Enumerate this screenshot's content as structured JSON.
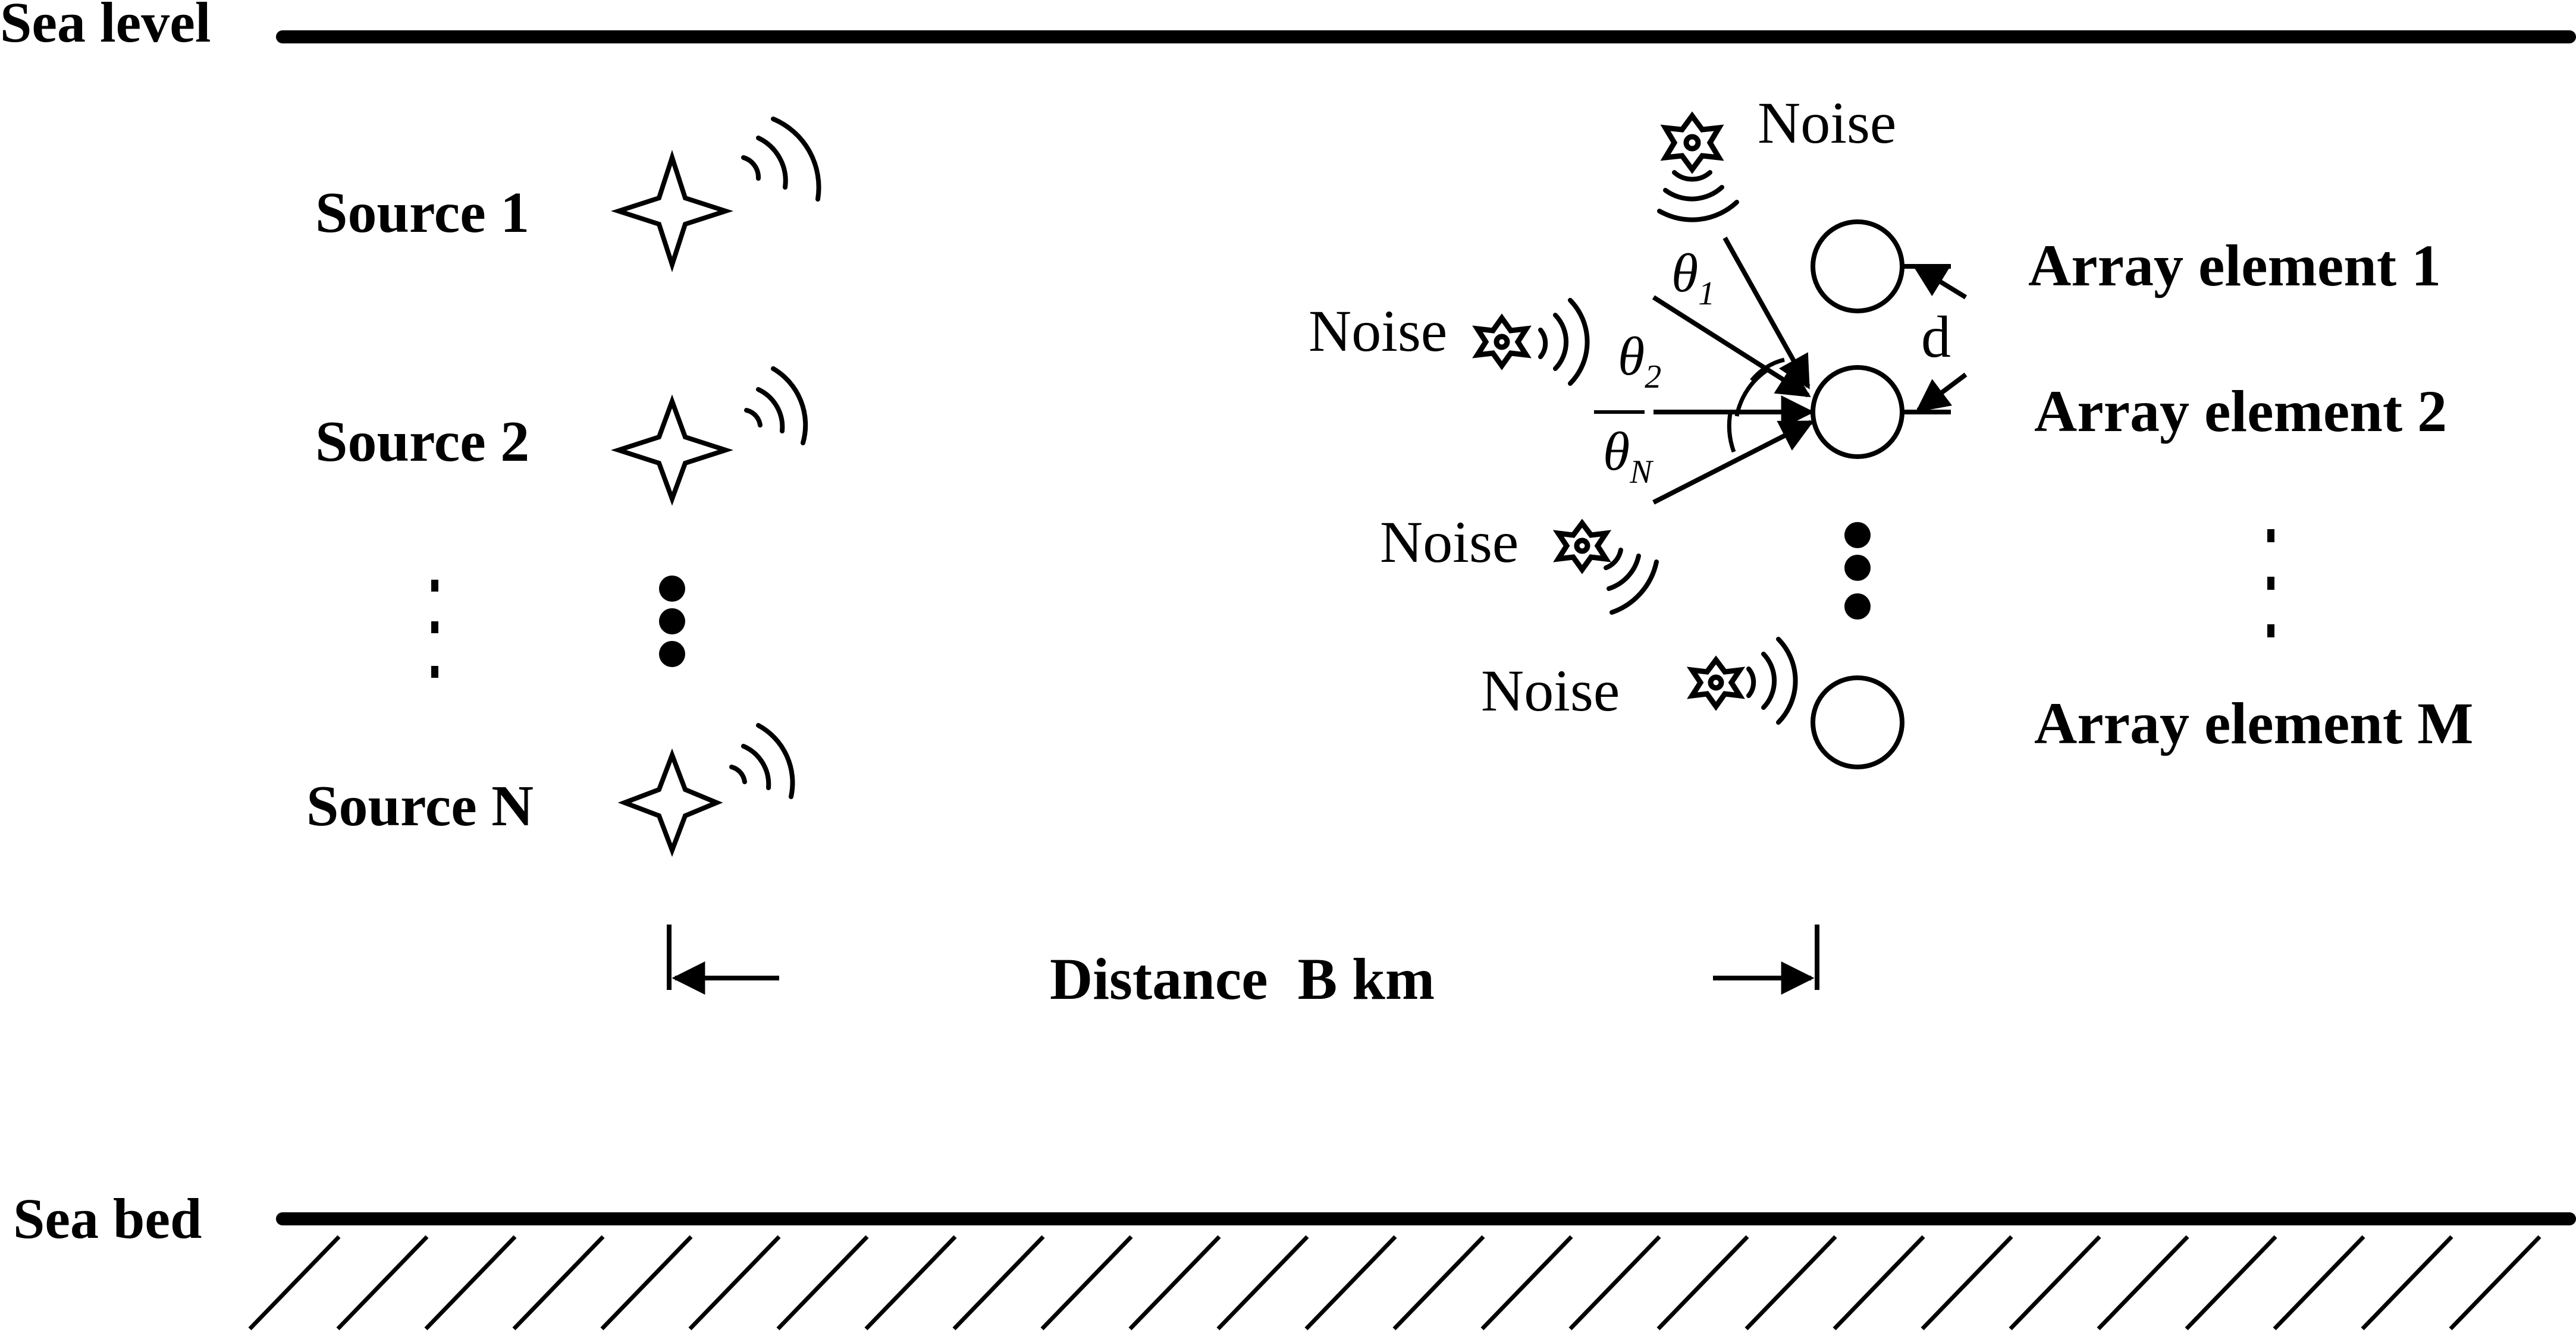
{
  "labels": {
    "sea_level": "Sea level",
    "sea_bed": "Sea bed",
    "distance": "Distance  B km",
    "spacing": "d"
  },
  "sources": [
    {
      "label": "Source 1"
    },
    {
      "label": "Source 2"
    },
    {
      "label": "Source N"
    }
  ],
  "array_elements": [
    {
      "label": "Array element 1"
    },
    {
      "label": "Array element 2"
    },
    {
      "label": "Array element M"
    }
  ],
  "noise": [
    {
      "label": "Noise"
    },
    {
      "label": "Noise"
    },
    {
      "label": "Noise"
    },
    {
      "label": "Noise"
    }
  ],
  "angles": [
    {
      "symbol": "θ",
      "subscript": "1"
    },
    {
      "symbol": "θ",
      "subscript": "2"
    },
    {
      "symbol": "θ",
      "subscript": "N"
    }
  ],
  "colors": {
    "ink": "#000000",
    "background": "#ffffff"
  }
}
